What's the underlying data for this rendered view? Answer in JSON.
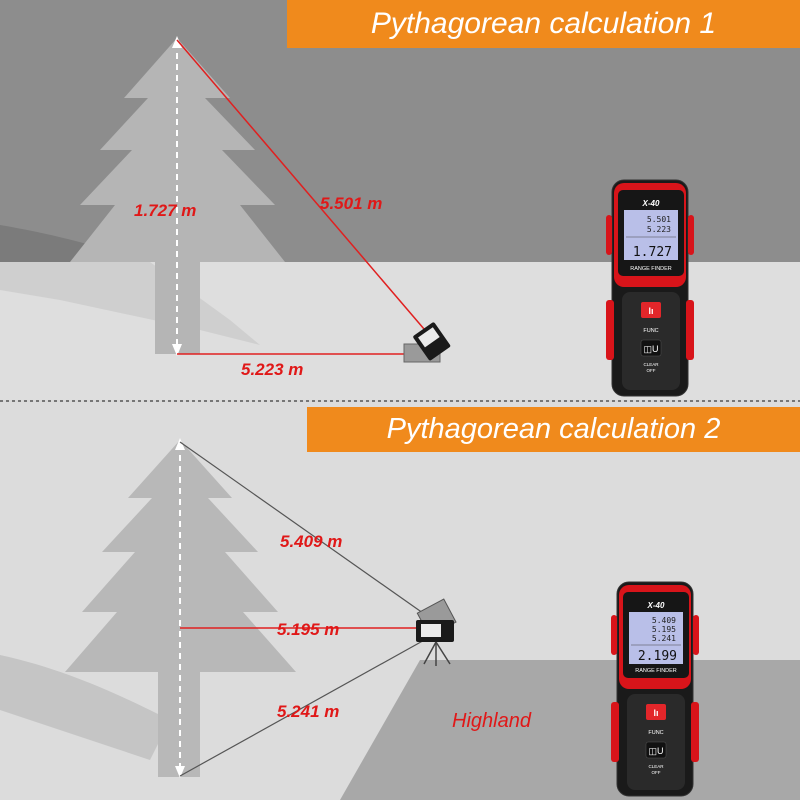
{
  "banners": {
    "calc1": "Pythagorean calculation 1",
    "calc2": "Pythagorean calculation 2"
  },
  "panel1": {
    "height": "1.727 m",
    "hypotenuse": "5.501 m",
    "base": "5.223 m"
  },
  "panel2": {
    "upper": "5.409 m",
    "horizontal": "5.195 m",
    "lower": "5.241 m",
    "ground_label": "Highland"
  },
  "device1": {
    "model": "X-40",
    "lcd_lines": [
      "5.501",
      "5.223"
    ],
    "lcd_main": "1.727",
    "range_label": "RANGE FINDER",
    "func_label": "FUNC",
    "clear_label": "CLEAR",
    "off_label": "OFF"
  },
  "device2": {
    "model": "X-40",
    "lcd_lines": [
      "5.409",
      "5.195",
      "5.241"
    ],
    "lcd_main": "2.199",
    "range_label": "RANGE FINDER",
    "func_label": "FUNC",
    "clear_label": "CLEAR",
    "off_label": "OFF"
  },
  "colors": {
    "banner": "#f08a1c",
    "measure_text": "#e01818",
    "laser": "#e02020",
    "device_red": "#d8141a"
  }
}
